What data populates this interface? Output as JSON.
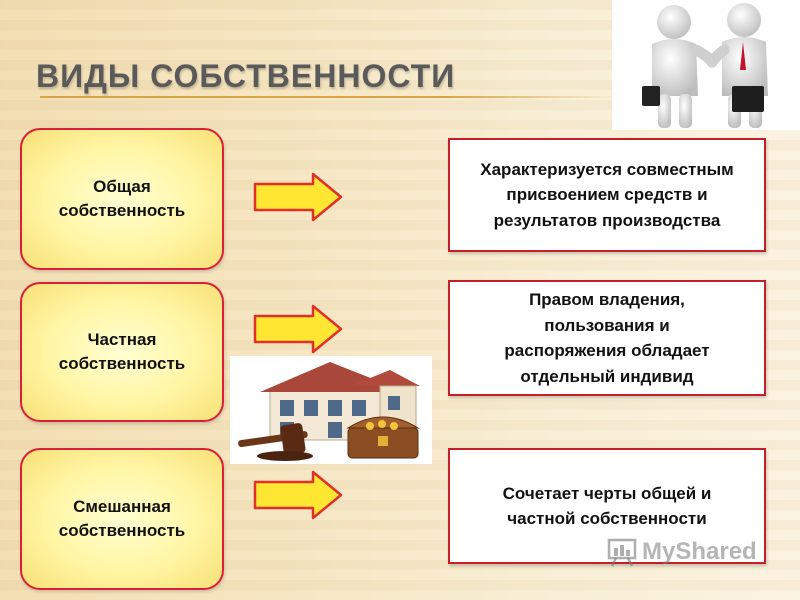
{
  "slide": {
    "title": "ВИДЫ СОБСТВЕННОСТИ"
  },
  "rows": [
    {
      "type_label": "Общая\nсобственность",
      "description": "Характеризуется совместным\nприсвоением средств и\nрезультатов производства"
    },
    {
      "type_label": "Частная\nсобственность",
      "description": "Правом владения,\nпользования и\nраспоряжения обладает\nотдельный индивид"
    },
    {
      "type_label": "Смешанная\nсобственность",
      "description": "Сочетает черты общей и\nчастной собственности"
    }
  ],
  "images": {
    "top_right": "handshake-businessmen-image",
    "middle": "house-gavel-treasure-image"
  },
  "watermark": {
    "text": "MyShared"
  },
  "colors": {
    "card_border": "#d9203a",
    "card_fill": "#fff5a3",
    "arrow_fill": "#ffe633",
    "arrow_stroke": "#e0302a",
    "desc_border": "#c4202a"
  }
}
